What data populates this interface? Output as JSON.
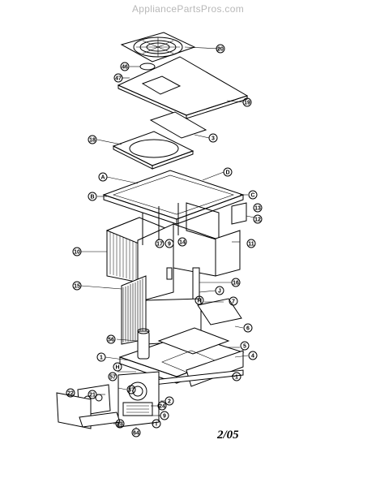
{
  "watermark": "AppliancePartsPros.com",
  "revision": "2/05",
  "callouts": [
    {
      "id": "c-20",
      "text": "20"
    },
    {
      "id": "c-46",
      "text": "46"
    },
    {
      "id": "c-47",
      "text": "47"
    },
    {
      "id": "c-19",
      "text": "19"
    },
    {
      "id": "c-3",
      "text": "3"
    },
    {
      "id": "c-18",
      "text": "18"
    },
    {
      "id": "c-A",
      "text": "A"
    },
    {
      "id": "c-D",
      "text": "D"
    },
    {
      "id": "c-B",
      "text": "B"
    },
    {
      "id": "c-C",
      "text": "C"
    },
    {
      "id": "c-13",
      "text": "13"
    },
    {
      "id": "c-12",
      "text": "12"
    },
    {
      "id": "c-17",
      "text": "17"
    },
    {
      "id": "c-9a",
      "text": "9"
    },
    {
      "id": "c-14",
      "text": "14"
    },
    {
      "id": "c-10",
      "text": "10"
    },
    {
      "id": "c-11",
      "text": "11"
    },
    {
      "id": "c-16",
      "text": "16"
    },
    {
      "id": "c-J",
      "text": "J"
    },
    {
      "id": "c-15",
      "text": "15"
    },
    {
      "id": "c-R",
      "text": "R"
    },
    {
      "id": "c-7",
      "text": "7"
    },
    {
      "id": "c-6",
      "text": "6"
    },
    {
      "id": "c-56",
      "text": "56"
    },
    {
      "id": "c-5",
      "text": "5"
    },
    {
      "id": "c-1a",
      "text": "1"
    },
    {
      "id": "c-4",
      "text": "4"
    },
    {
      "id": "c-H",
      "text": "H"
    },
    {
      "id": "c-57",
      "text": "57"
    },
    {
      "id": "c-1b",
      "text": "1"
    },
    {
      "id": "c-21",
      "text": "21"
    },
    {
      "id": "c-37",
      "text": "37"
    },
    {
      "id": "c-2",
      "text": "2"
    },
    {
      "id": "c-22",
      "text": "22"
    },
    {
      "id": "c-24",
      "text": "24"
    },
    {
      "id": "c-9b",
      "text": "9"
    },
    {
      "id": "c-23",
      "text": "23"
    },
    {
      "id": "c-I",
      "text": "I"
    },
    {
      "id": "c-64",
      "text": "64"
    }
  ]
}
